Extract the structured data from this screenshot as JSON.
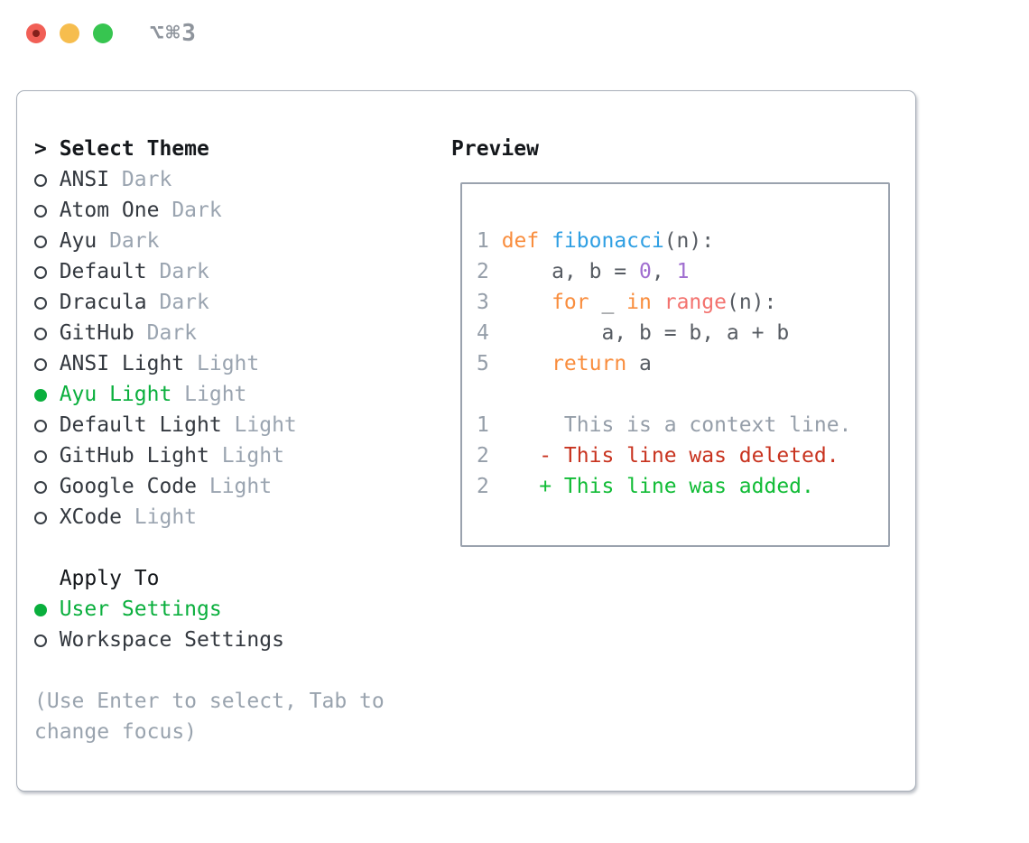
{
  "window": {
    "shortcut": "⌥⌘3",
    "traffic_lights": [
      "close",
      "minimize",
      "zoom"
    ]
  },
  "theme_panel": {
    "header_marker": ">",
    "header": "Select Theme",
    "themes": [
      {
        "name": "ANSI",
        "variant": "Dark",
        "selected": false
      },
      {
        "name": "Atom One",
        "variant": "Dark",
        "selected": false
      },
      {
        "name": "Ayu",
        "variant": "Dark",
        "selected": false
      },
      {
        "name": "Default",
        "variant": "Dark",
        "selected": false
      },
      {
        "name": "Dracula",
        "variant": "Dark",
        "selected": false
      },
      {
        "name": "GitHub",
        "variant": "Dark",
        "selected": false
      },
      {
        "name": "ANSI Light",
        "variant": "Light",
        "selected": false
      },
      {
        "name": "Ayu Light",
        "variant": "Light",
        "selected": true
      },
      {
        "name": "Default Light",
        "variant": "Light",
        "selected": false
      },
      {
        "name": "GitHub Light",
        "variant": "Light",
        "selected": false
      },
      {
        "name": "Google Code",
        "variant": "Light",
        "selected": false
      },
      {
        "name": "XCode",
        "variant": "Light",
        "selected": false
      }
    ],
    "apply_to": {
      "header": "Apply To",
      "options": [
        {
          "label": "User Settings",
          "selected": true
        },
        {
          "label": "Workspace Settings",
          "selected": false
        }
      ]
    },
    "hint_lines": [
      "(Use Enter to select, Tab to",
      "change focus)"
    ]
  },
  "preview": {
    "header": "Preview",
    "code_lines": [
      {
        "n": "1",
        "tokens": [
          {
            "t": "def ",
            "c": "kw"
          },
          {
            "t": "fibonacci",
            "c": "fn"
          },
          {
            "t": "(n):",
            "c": "pl"
          }
        ]
      },
      {
        "n": "2",
        "tokens": [
          {
            "t": "    a, b = ",
            "c": "pl"
          },
          {
            "t": "0",
            "c": "num"
          },
          {
            "t": ", ",
            "c": "pl"
          },
          {
            "t": "1",
            "c": "num"
          }
        ]
      },
      {
        "n": "3",
        "tokens": [
          {
            "t": "    ",
            "c": "pl"
          },
          {
            "t": "for",
            "c": "kw"
          },
          {
            "t": " _ ",
            "c": "pl"
          },
          {
            "t": "in",
            "c": "kw"
          },
          {
            "t": " ",
            "c": "pl"
          },
          {
            "t": "range",
            "c": "rg"
          },
          {
            "t": "(n):",
            "c": "pl"
          }
        ]
      },
      {
        "n": "4",
        "tokens": [
          {
            "t": "        a, b = b, a + b",
            "c": "pl"
          }
        ]
      },
      {
        "n": "5",
        "tokens": [
          {
            "t": "    ",
            "c": "pl"
          },
          {
            "t": "return",
            "c": "kw"
          },
          {
            "t": " a",
            "c": "pl"
          }
        ]
      }
    ],
    "diff_lines": [
      {
        "n": "1",
        "tokens": [
          {
            "t": "     This is a context line.",
            "c": "ctx"
          }
        ]
      },
      {
        "n": "2",
        "tokens": [
          {
            "t": "   - This line was deleted.",
            "c": "del"
          }
        ]
      },
      {
        "n": "2",
        "tokens": [
          {
            "t": "   + This line was added.",
            "c": "add"
          }
        ]
      }
    ]
  },
  "colors": {
    "green": "#0aaf3d",
    "kw": "#f98d3d",
    "fn": "#2f9fe3",
    "num": "#a06ed0",
    "rg": "#f3726e",
    "plain": "#565b62",
    "ln": "#959ea9",
    "del": "#c8331f",
    "add": "#11bc36",
    "variant": "#9aa4b0",
    "hint": "#99a3ae"
  }
}
